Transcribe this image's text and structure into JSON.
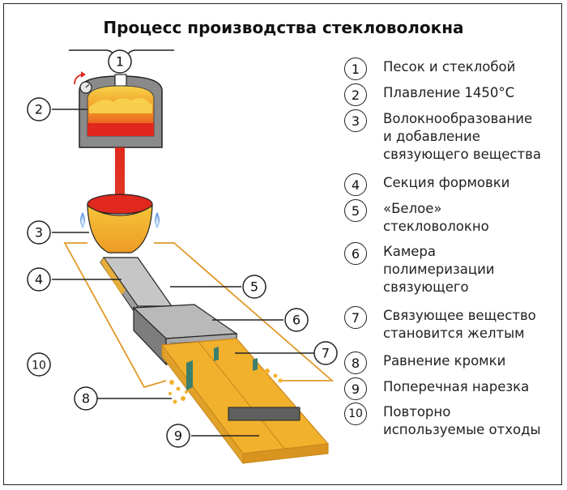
{
  "title": "Процесс производства стекловолокна",
  "legend": [
    {
      "num": "1",
      "text": "Песок и стеклобой"
    },
    {
      "num": "2",
      "text": "Плавление 1450°С"
    },
    {
      "num": "3",
      "text": "Волокнообразование\nи добавление\nсвязующего вещества"
    },
    {
      "num": "4",
      "text": "Секция формовки"
    },
    {
      "num": "5",
      "text": "«Белое»\nстекловолокно"
    },
    {
      "num": "6",
      "text": "Камера\nполимеризации\nсвязующего"
    },
    {
      "num": "7",
      "text": "Связующее вещество\nстановится желтым"
    },
    {
      "num": "8",
      "text": "Равнение кромки"
    },
    {
      "num": "9",
      "text": "Поперечная нарезка"
    },
    {
      "num": "10",
      "text": "Повторно\nиспользуемые отходы"
    }
  ],
  "callouts": [
    "1",
    "2",
    "3",
    "4",
    "5",
    "6",
    "7",
    "8",
    "9",
    "10"
  ],
  "colors": {
    "outline": "#222222",
    "furnace_shell": "#8a8a8a",
    "melt_red": "#e0281e",
    "melt_orange": "#f07a1e",
    "melt_yellow": "#f5c21f",
    "fiber_white": "#bdbdbd",
    "fiber_yellow": "#f2b12d",
    "waste_line": "#e0992a",
    "burner_blue": "#3b7fd0",
    "blade_green": "#3d7f6d"
  }
}
